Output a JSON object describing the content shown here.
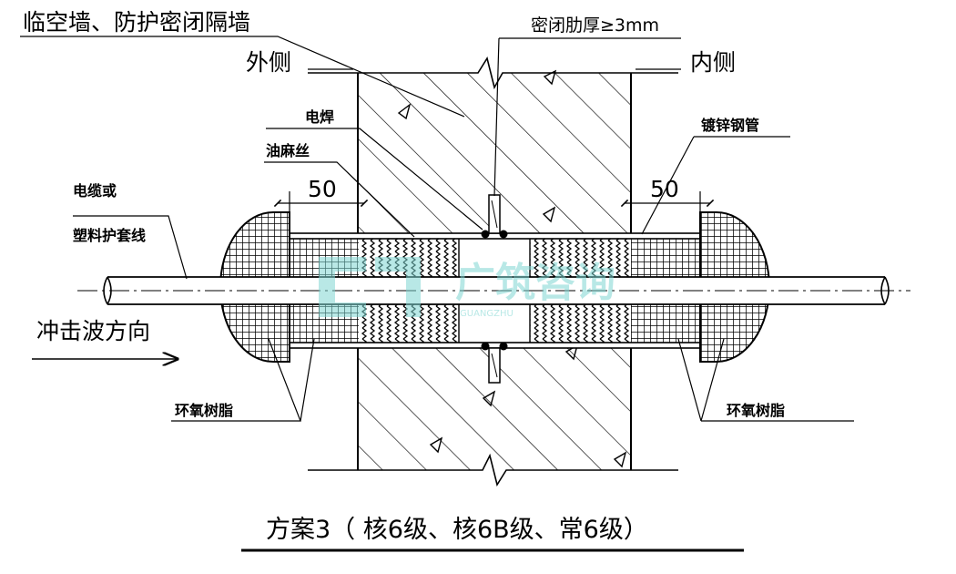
{
  "header": {
    "title": "临空墙、防护密闭隔墙",
    "rib_note": "密闭肋厚≥3mm"
  },
  "sides": {
    "outside": "外侧",
    "inside": "内侧"
  },
  "labels": {
    "weld": "电焊",
    "oakum": "油麻丝",
    "galv_pipe": "镀锌钢管",
    "cable_line1": "电缆或",
    "cable_line2": "塑料护套线",
    "shockwave": "冲击波方向",
    "epoxy_left": "环氧树脂",
    "epoxy_right": "环氧树脂"
  },
  "dimensions": {
    "left": "50",
    "right": "50"
  },
  "caption": "方案3（ 核6级、核6B级、常6级）",
  "watermark": {
    "text": "广筑咨询",
    "sub": "GUANGZHU",
    "color": "#7fd6d2"
  }
}
